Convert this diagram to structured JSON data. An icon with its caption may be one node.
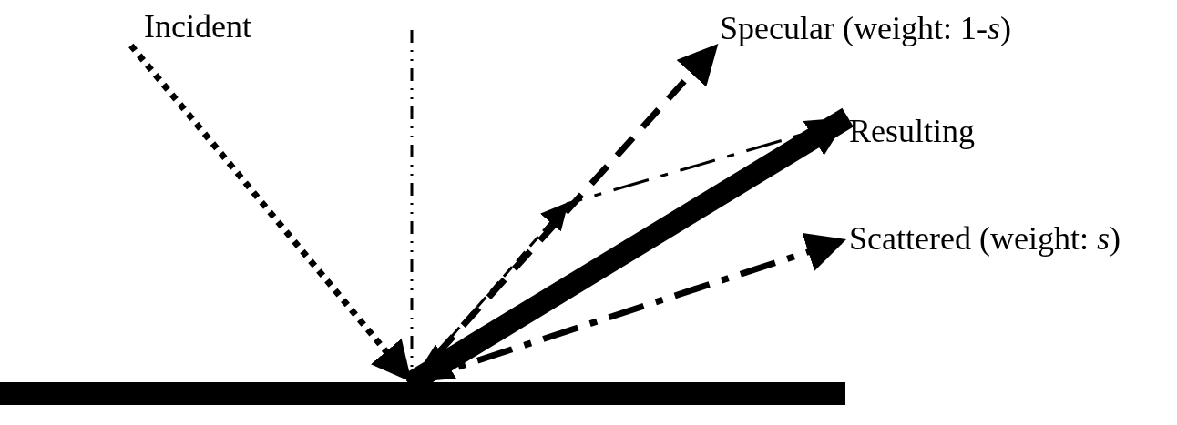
{
  "diagram": {
    "nodes": [
      {
        "text": [
          "Incident"
        ]
      },
      {
        "text": [
          "Specular (weight: 1-*s*)"
        ]
      },
      {
        "text": [
          "Resulting"
        ]
      },
      {
        "text": [
          "Scattered (weight: *s*)"
        ]
      },
      {
        "text": [],
        "shape": "bar"
      }
    ],
    "edges": [
      {
        "from": 0,
        "to": 4,
        "arrow": "to",
        "style": "dashed"
      },
      {
        "from": 4,
        "to": 1,
        "arrow": "to",
        "style": "dashed"
      },
      {
        "from": 4,
        "to": 2,
        "arrow": "both",
        "style": "thick"
      },
      {
        "from": 4,
        "to": 3,
        "arrow": "to",
        "style": "dashed"
      },
      {
        "from": 2,
        "to": null,
        "arrow": "none",
        "style": "dashed"
      },
      {
        "from": 4,
        "to": null,
        "arrow": "to",
        "style": "dashed"
      }
    ]
  }
}
